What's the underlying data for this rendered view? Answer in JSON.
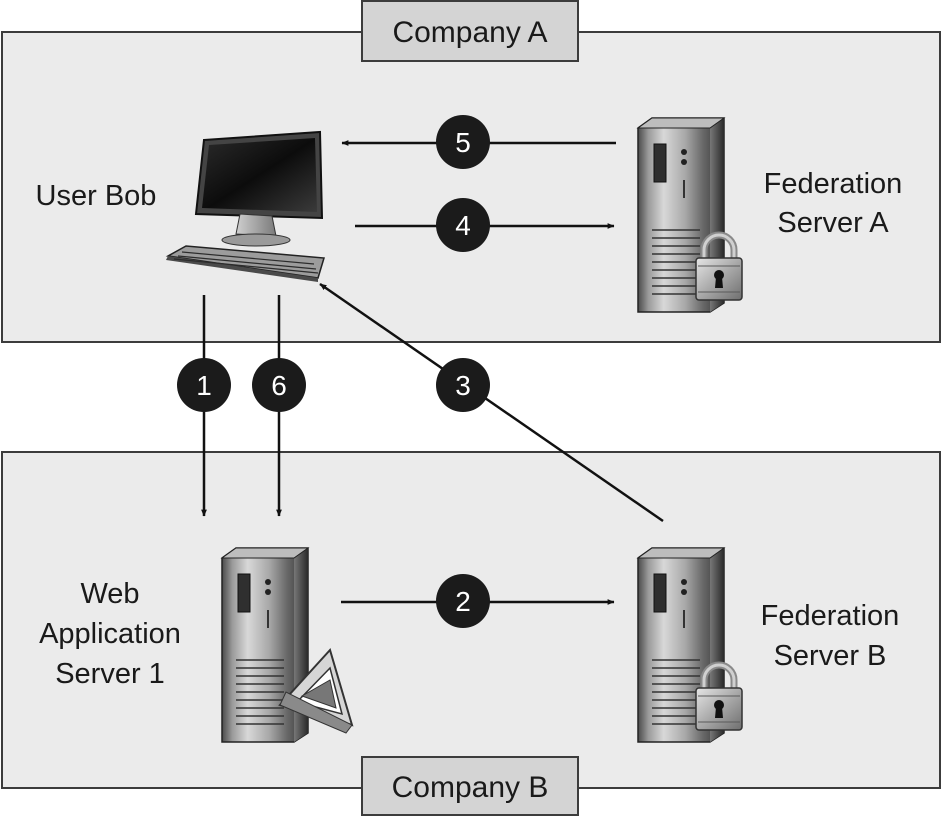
{
  "regions": {
    "company_a": {
      "label": "Company A"
    },
    "company_b": {
      "label": "Company B"
    }
  },
  "nodes": {
    "user": {
      "label": "User Bob",
      "icon": "computer-icon"
    },
    "fed_a": {
      "line1": "Federation",
      "line2": "Server A",
      "icon": "server-lock-icon"
    },
    "web_app": {
      "line1": "Web",
      "line2": "Application",
      "line3": "Server 1",
      "icon": "server-app-icon"
    },
    "fed_b": {
      "line1": "Federation",
      "line2": "Server B",
      "icon": "server-lock-icon"
    }
  },
  "steps": {
    "s1": "1",
    "s2": "2",
    "s3": "3",
    "s4": "4",
    "s5": "5",
    "s6": "6"
  },
  "edges": [
    {
      "step": "1",
      "from": "User Bob",
      "to": "Web Application Server 1"
    },
    {
      "step": "2",
      "from": "Web Application Server 1",
      "to": "Federation Server B"
    },
    {
      "step": "3",
      "from": "Federation Server B",
      "to": "User Bob"
    },
    {
      "step": "4",
      "from": "User Bob",
      "to": "Federation Server A"
    },
    {
      "step": "5",
      "from": "Federation Server A",
      "to": "User Bob"
    },
    {
      "step": "6",
      "from": "User Bob",
      "to": "Web Application Server 1"
    }
  ]
}
